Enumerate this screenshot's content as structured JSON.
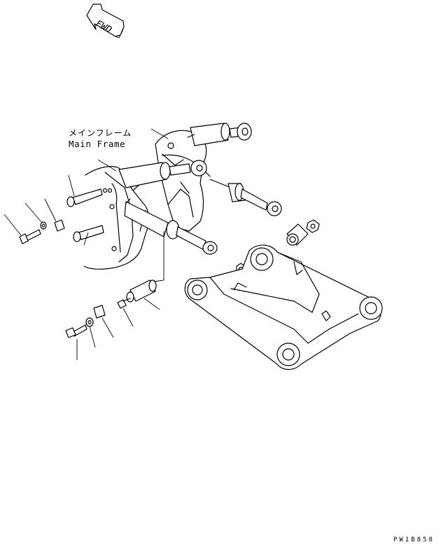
{
  "fwd_marker": {
    "text": "FWD"
  },
  "callout": {
    "japanese": "メインフレーム",
    "english": "Main Frame"
  },
  "drawing_code": "PW1B858"
}
